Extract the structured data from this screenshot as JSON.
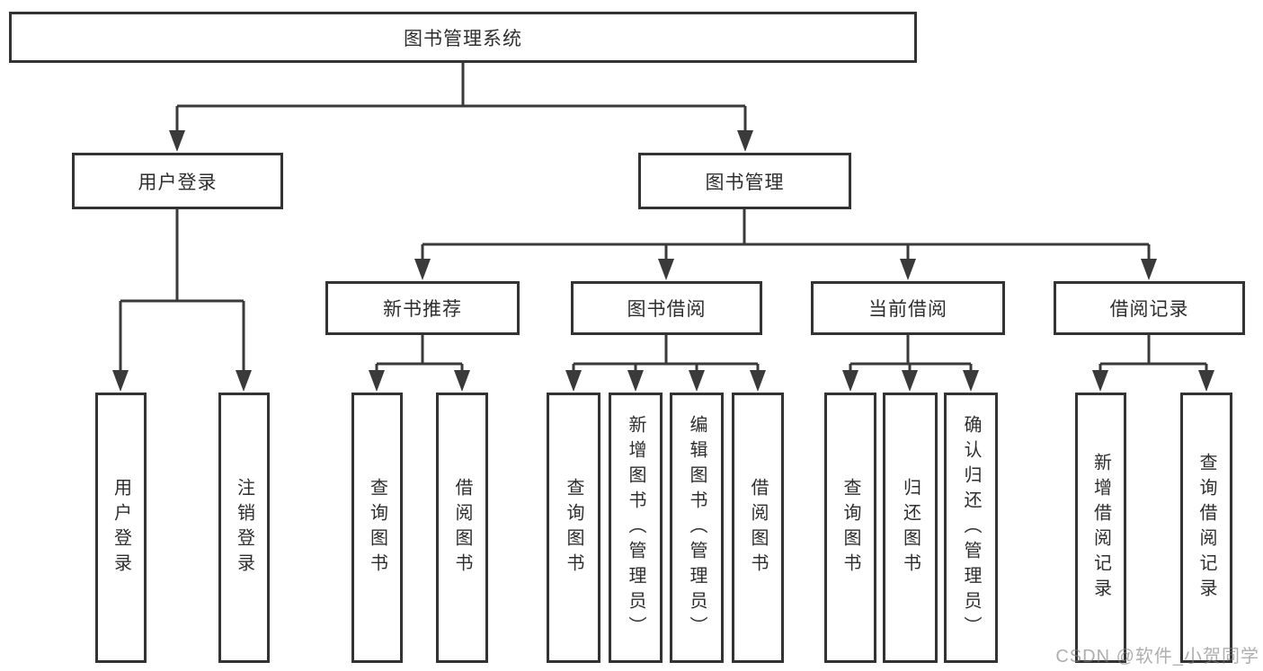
{
  "tree": {
    "root": "图书管理系统",
    "branches": [
      {
        "label": "用户登录",
        "children": [
          "用户登录",
          "注销登录"
        ]
      },
      {
        "label": "图书管理",
        "sections": [
          {
            "label": "新书推荐",
            "children": [
              "查询图书",
              "借阅图书"
            ]
          },
          {
            "label": "图书借阅",
            "children": [
              "查询图书",
              "新增图书（管理员）",
              "编辑图书（管理员）",
              "借阅图书"
            ]
          },
          {
            "label": "当前借阅",
            "children": [
              "查询图书",
              "归还图书",
              "确认归还（管理员）"
            ]
          },
          {
            "label": "借阅记录",
            "children": [
              "新增借阅记录",
              "查询借阅记录"
            ]
          }
        ]
      }
    ]
  },
  "watermark": {
    "text": "CSDN @软件_小贺同学"
  },
  "colors": {
    "line": "#3a3a3a",
    "box_border": "#333333",
    "text": "#2e2e2e",
    "background": "#ffffff",
    "watermark": "#7d7d7d"
  }
}
